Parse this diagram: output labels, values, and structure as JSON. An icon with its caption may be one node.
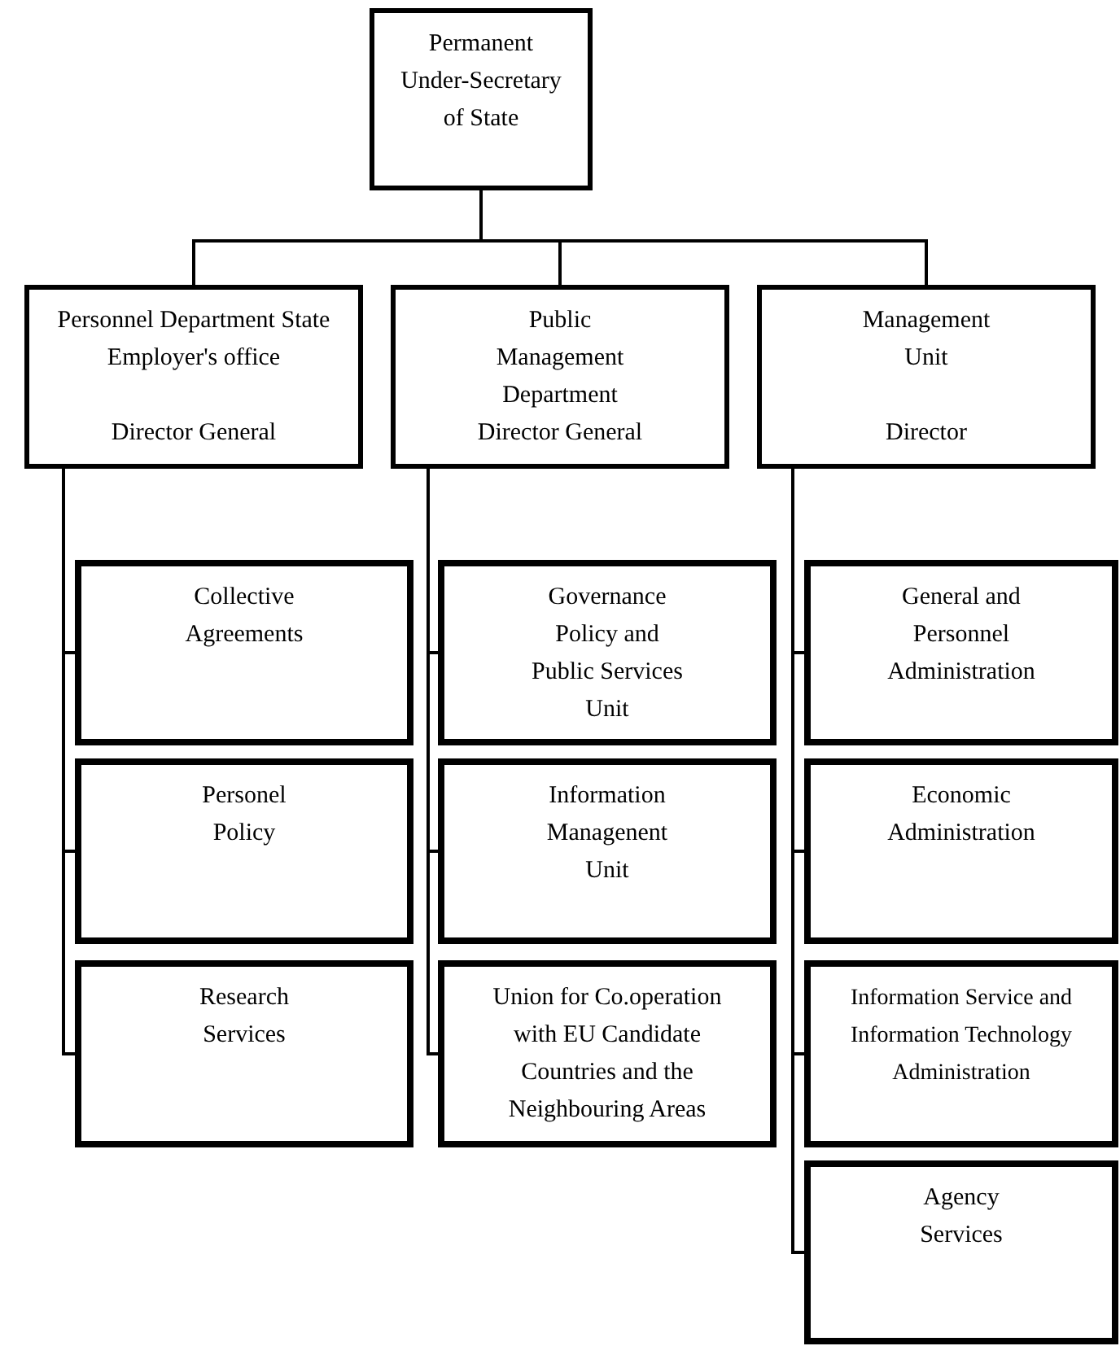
{
  "diagram": {
    "nodes": [
      {
        "text": [
          "Permanent Under-Secretary of State"
        ]
      },
      {
        "text": [
          "Personnel Department State Employer's office",
          "Director General"
        ]
      },
      {
        "text": [
          "Public Management Department",
          "Director General"
        ]
      },
      {
        "text": [
          "Management Unit",
          "Director"
        ]
      },
      {
        "text": [
          "Collective Agreements"
        ]
      },
      {
        "text": [
          "Personel Policy"
        ]
      },
      {
        "text": [
          "Research Services"
        ]
      },
      {
        "text": [
          "Governance Policy and Public Services Unit"
        ]
      },
      {
        "text": [
          "Information Managenent Unit"
        ]
      },
      {
        "text": [
          "Union for Co.operation with EU Candidate Countries and the Neighbouring Areas"
        ]
      },
      {
        "text": [
          "General and Personnel Administration"
        ]
      },
      {
        "text": [
          "Economic Administration"
        ]
      },
      {
        "text": [
          "Information Service and Information Technology Administration"
        ]
      },
      {
        "text": [
          "Agency Services"
        ]
      }
    ],
    "edges": [
      {
        "from": 0,
        "to": 1,
        "arrow": "none"
      },
      {
        "from": 0,
        "to": 2,
        "arrow": "none"
      },
      {
        "from": 0,
        "to": 3,
        "arrow": "none"
      },
      {
        "from": 1,
        "to": 4,
        "arrow": "none"
      },
      {
        "from": 1,
        "to": 5,
        "arrow": "none"
      },
      {
        "from": 1,
        "to": 6,
        "arrow": "none"
      },
      {
        "from": 2,
        "to": 7,
        "arrow": "none"
      },
      {
        "from": 2,
        "to": 8,
        "arrow": "none"
      },
      {
        "from": 2,
        "to": 9,
        "arrow": "none"
      },
      {
        "from": 3,
        "to": 10,
        "arrow": "none"
      },
      {
        "from": 3,
        "to": 11,
        "arrow": "none"
      },
      {
        "from": 3,
        "to": 12,
        "arrow": "none"
      },
      {
        "from": 3,
        "to": 13,
        "arrow": "none"
      }
    ]
  }
}
